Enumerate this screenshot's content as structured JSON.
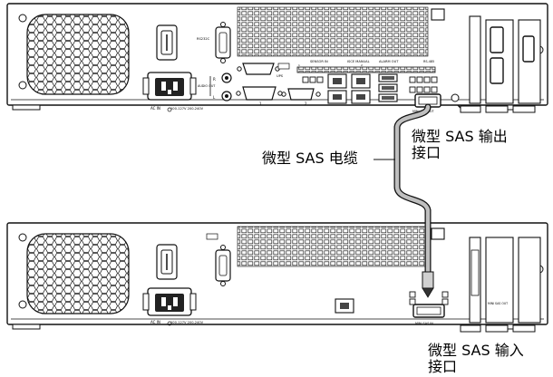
{
  "top_unit": {
    "rs232c": "RS232C",
    "audio_out": "AUDIO OUT",
    "audio_r": "R",
    "audio_l": "L",
    "sensor_in": "SENSOR IN",
    "isce_manual": "ISCE MANUAL",
    "alarm_out": "ALARM OUT",
    "rs485": "RS-485",
    "ups": "UPS",
    "ac_in": "AC IN",
    "voltage": "100-127V 200-240V",
    "mini_sas_out": "MINI SAS OUT",
    "port_1": "1",
    "port_2": "2",
    "pin_1": "1",
    "pin_2": "2"
  },
  "bottom_unit": {
    "ac_in": "AC IN",
    "voltage": "100-127V 200-240V",
    "mini_sas_in": "MINI SAS IN",
    "mini_sas_out": "MINI SAS OUT"
  },
  "callouts": {
    "cable": "微型 SAS 电缆",
    "out_port_line1": "微型 SAS 输出",
    "out_port_line2": "接口",
    "in_port_line1": "微型 SAS 输入",
    "in_port_line2": "接口"
  }
}
